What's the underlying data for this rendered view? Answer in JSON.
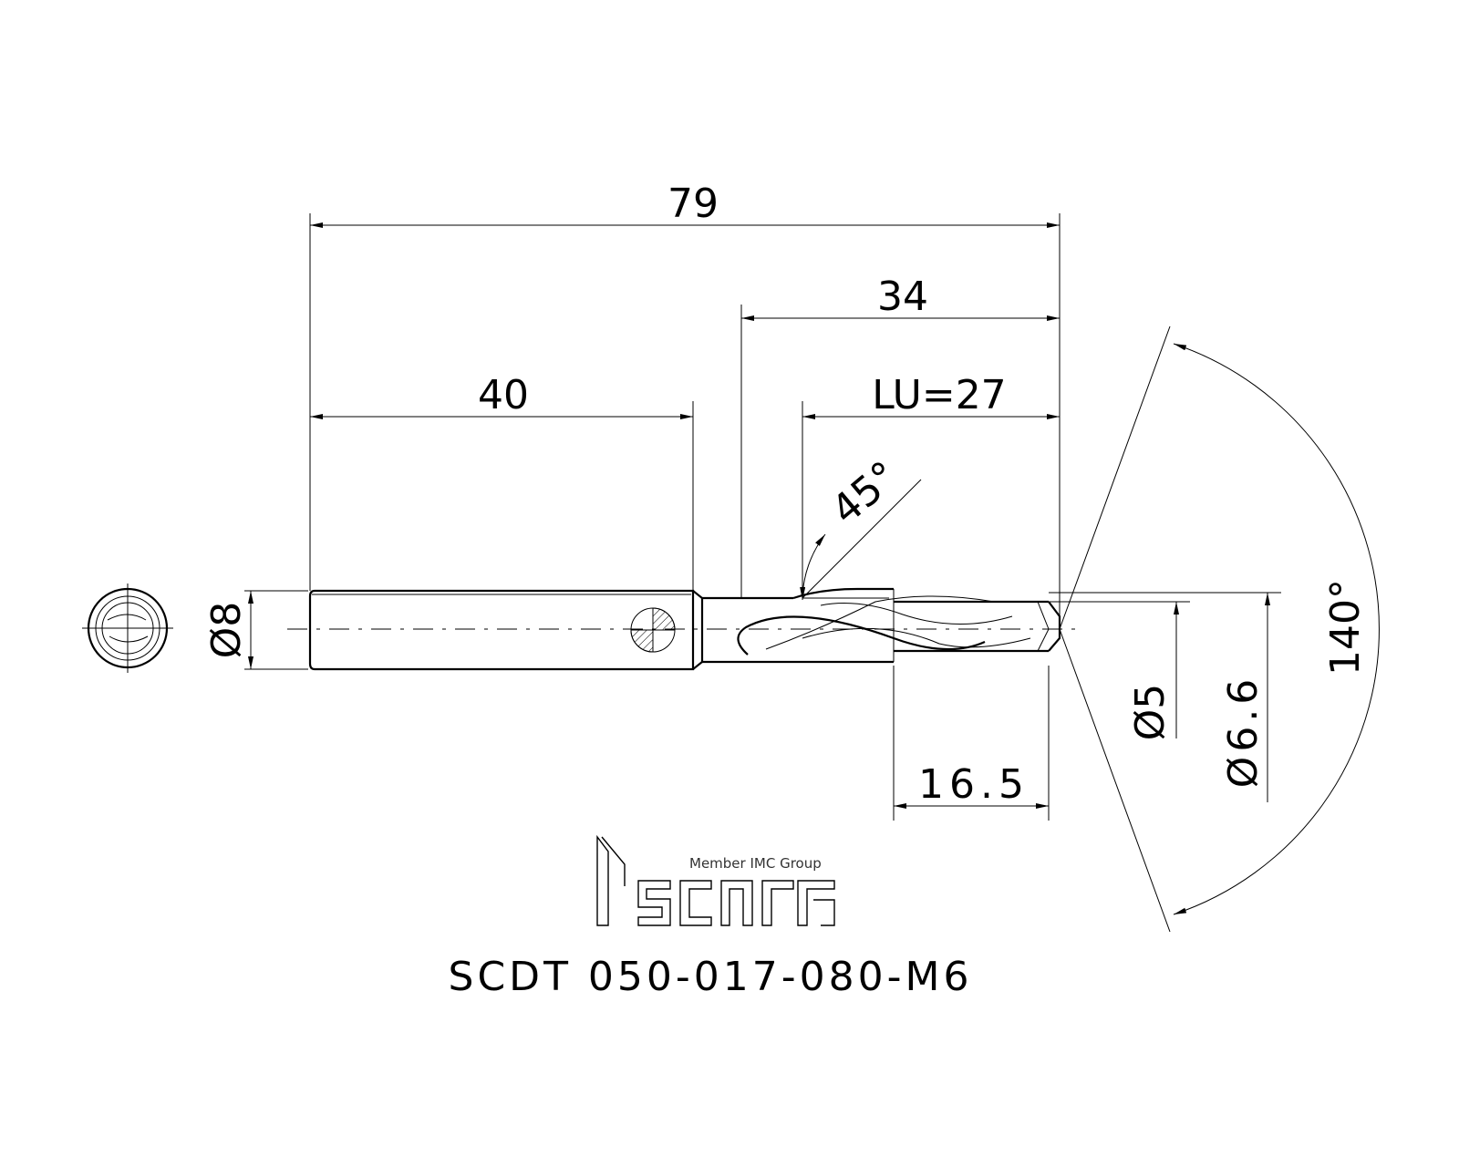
{
  "drawing": {
    "dimensions": {
      "overall_length": "79",
      "flute_length": "34",
      "shank_length": "40",
      "usable_length": "LU=27",
      "chamfer_angle": "45°",
      "step_length": "16.5",
      "shank_diameter": "Ø8",
      "drill_diameter": "Ø5",
      "step_diameter": "Ø6.6",
      "point_angle": "140°"
    },
    "brand": {
      "tagline": "Member IMC Group",
      "logo": "iscar-logo"
    },
    "part_number": "SCDT 050-017-080-M6"
  }
}
